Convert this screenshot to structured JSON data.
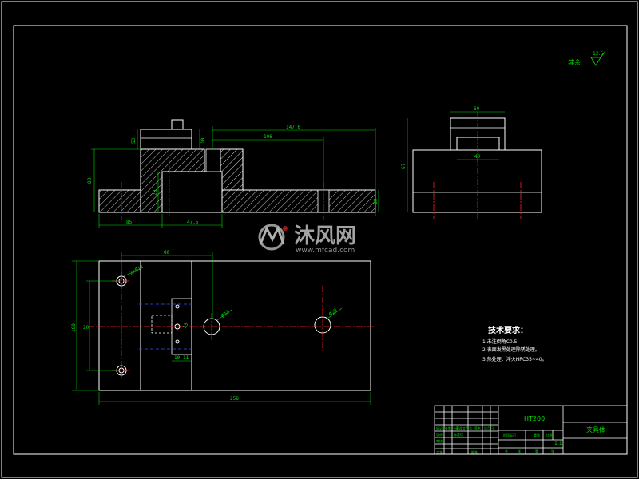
{
  "surface": {
    "symbol_label": "其余",
    "value": "12.5"
  },
  "front_view": {
    "dims": [
      "147.6",
      "106",
      "80",
      "53",
      "85",
      "47.5",
      "20",
      "10",
      "10"
    ]
  },
  "side_view": {
    "dims": [
      "60",
      "40",
      "67"
    ]
  },
  "top_view": {
    "dims": [
      "68",
      "20",
      "168",
      "258",
      "10",
      "11",
      "13",
      "2xØ12",
      "Ø22",
      "Ø20"
    ]
  },
  "technical_requirements": {
    "title": "技术要求：",
    "items": [
      "1.未注倒角C0.5",
      "2.表面发黑处理除锈处理。",
      "3.热处理：淬火HRC35~40。"
    ]
  },
  "title_block": {
    "material": "HT200",
    "part_name": "夹具体",
    "scale": "1:1",
    "labels": [
      "标记",
      "处数",
      "分区",
      "更改文件号",
      "签名",
      "年月日",
      "设计",
      "标准化",
      "审核",
      "工艺",
      "批准",
      "阶段标记",
      "重量",
      "比例",
      "共",
      "张",
      "第",
      "张"
    ]
  },
  "watermark": {
    "brand": "沐风网",
    "url": "www.mfcad.com"
  },
  "colors": {
    "background": "#000000",
    "outline": "#ffffff",
    "dimension": "#00e000",
    "centerline": "#ff2020",
    "hidden_line": "#3050ff"
  }
}
